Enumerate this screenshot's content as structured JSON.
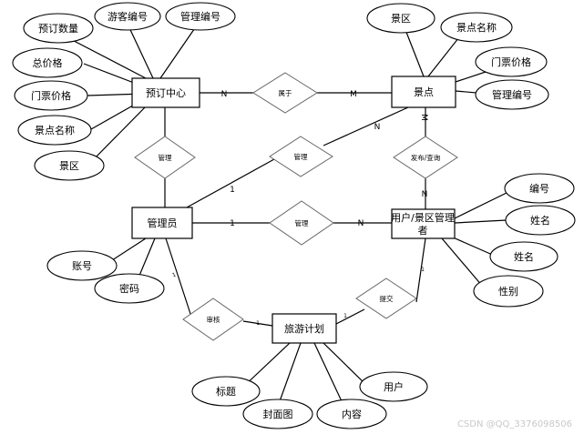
{
  "entities": {
    "booking_center": "预订中心",
    "scenic_spot": "景点",
    "admin": "管理员",
    "user_manager": [
      "用户/景区管理",
      "者"
    ],
    "travel_plan": "旅游计划"
  },
  "relations": {
    "belongs": "属于",
    "manage_admin_booking": "管理",
    "manage_admin_spot": "管理",
    "manage_admin_user": "管理",
    "publish_query": "发布/查询",
    "review": "审核",
    "submit": "提交"
  },
  "cardinalities": {
    "belongs_booking": "N",
    "belongs_spot": "M",
    "admin_spot_admin": "1",
    "admin_spot_spot": "N",
    "admin_user_admin": "1",
    "admin_user_user": "N",
    "publish_spot": "M",
    "publish_user": "N",
    "review_admin": "1",
    "review_plan": "1",
    "submit_plan": "1",
    "submit_user": "1"
  },
  "attributes": {
    "booking_qty": "预订数量",
    "tourist_no": "游客编号",
    "manage_no_booking": "管理编号",
    "total_price": "总价格",
    "ticket_price_booking": "门票价格",
    "spot_name_booking": "景点名称",
    "area_booking": "景区",
    "area_spot": "景区",
    "spot_name": "景点名称",
    "ticket_price_spot": "门票价格",
    "manage_no_spot": "管理编号",
    "user_no": "编号",
    "user_name1": "姓名",
    "user_name2": "姓名",
    "user_gender": "性别",
    "account": "账号",
    "password": "密码",
    "plan_title": "标题",
    "plan_cover": "封面图",
    "plan_content": "内容",
    "plan_user": "用户"
  },
  "watermark": "CSDN @QQ_3376098506"
}
